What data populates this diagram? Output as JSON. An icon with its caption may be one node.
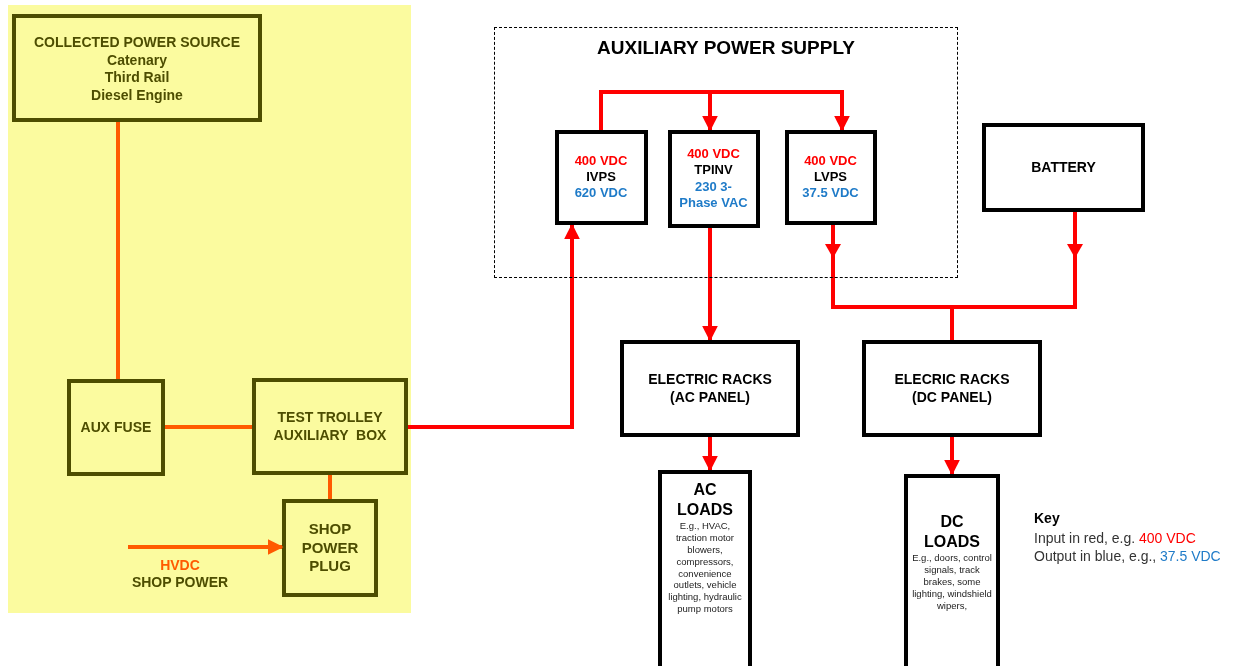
{
  "diagram": {
    "nodes": [
      {
        "text": [],
        "shape": "box"
      },
      {
        "text": [
          "COLLECTED POWER SOURCE",
          "Catenary",
          "Third Rail",
          "Diesel Engine"
        ],
        "in": 0
      },
      {
        "text": [
          "AUX FUSE"
        ],
        "in": 0
      },
      {
        "text": [
          "TEST TROLLEY AUXILIARY  BOX"
        ],
        "in": 0
      },
      {
        "text": [
          "SHOP POWER PLUG"
        ],
        "in": 0
      },
      {
        "text": [
          "HVDC",
          "SHOP POWER"
        ],
        "in": 0
      },
      {
        "text": [
          "AUXILIARY POWER SUPPLY"
        ]
      },
      {
        "text": [
          "400 VDC",
          "IVPS",
          "620 VDC"
        ],
        "in": 6
      },
      {
        "text": [
          "400 VDC",
          "TPINV",
          "230 3-Phase VAC"
        ],
        "in": 6
      },
      {
        "text": [
          "400 VDC",
          "LVPS",
          "37.5 VDC"
        ],
        "in": 6
      },
      {
        "text": [
          "BATTERY"
        ]
      },
      {
        "text": [
          "ELECTRIC RACKS (AC PANEL)"
        ]
      },
      {
        "text": [
          "ELECRIC RACKS (DC PANEL)"
        ]
      },
      {
        "text": [
          "AC LOADS",
          "E.g., HVAC, traction motor blowers, compressors, convenience outlets, vehicle lighting, hydraulic pump motors"
        ]
      },
      {
        "text": [
          "DC LOADS",
          "E.g., doors, control signals, track brakes, some lighting, windshield wipers,"
        ]
      }
    ],
    "edges": [
      {
        "from": 1,
        "to": 2,
        "arrow": "none",
        "color": "#ff5a00"
      },
      {
        "from": 2,
        "to": 3,
        "arrow": "none",
        "color": "#ff5a00"
      },
      {
        "from": 3,
        "to": 4,
        "arrow": "none",
        "color": "#ff5a00"
      },
      {
        "from": 5,
        "to": 4,
        "arrow": "to",
        "color": "#ff5a00"
      },
      {
        "from": 3,
        "to": 7,
        "arrow": "to"
      },
      {
        "from": 7,
        "to": 8,
        "arrow": "to"
      },
      {
        "from": 7,
        "to": 9,
        "arrow": "to"
      },
      {
        "from": 8,
        "to": 11,
        "arrow": "to"
      },
      {
        "from": 9,
        "to": 12,
        "arrow": "to"
      },
      {
        "from": 10,
        "to": 12,
        "arrow": "to"
      },
      {
        "from": 11,
        "to": 13,
        "arrow": "to"
      },
      {
        "from": 12,
        "to": 14,
        "arrow": "to"
      }
    ],
    "labels": [
      "Key",
      "Input in red, e.g.",
      "400 VDC",
      "Output in blue, e.g.,",
      "37.5 VDC"
    ]
  }
}
